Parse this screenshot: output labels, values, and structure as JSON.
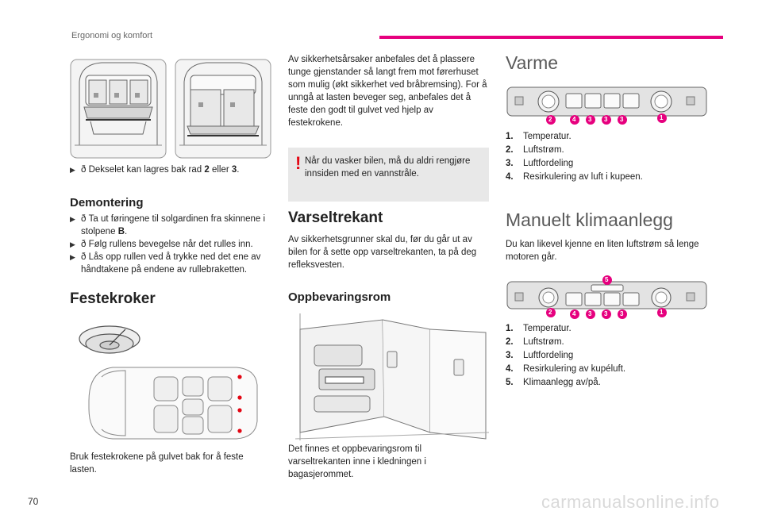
{
  "header": {
    "section_title": "Ergonomi og komfort",
    "accent_color": "#e6007e"
  },
  "page_number": "70",
  "watermark": "carmanualsonline.info",
  "col1": {
    "caption_prefix": "Dekselet kan lagres bak rad ",
    "caption_b1": "2",
    "caption_mid": " eller ",
    "caption_b2": "3",
    "caption_end": ".",
    "demontering_title": "Demontering",
    "demontering_items": [
      {
        "pre": "Ta ut føringene til solgardinen fra skinnene i stolpene ",
        "bold": "B",
        "post": "."
      },
      {
        "pre": "Følg rullens bevegelse når det rulles inn.",
        "bold": "",
        "post": ""
      },
      {
        "pre": "Lås opp rullen ved å trykke ned det ene av håndtakene på endene av rullebraketten.",
        "bold": "",
        "post": ""
      }
    ],
    "festekroker_title": "Festekroker",
    "festekroker_text": "Bruk festekrokene på gulvet bak for å feste lasten."
  },
  "col2": {
    "intro": "Av sikkerhetsårsaker anbefales det å plassere tunge gjenstander så langt frem mot førerhuset som mulig (økt sikkerhet ved bråbremsing). For å unngå at lasten beveger seg, anbefales det å feste den godt til gulvet ved hjelp av festekrokene.",
    "warning_text": "Når du vasker bilen, må du aldri rengjøre innsiden med en vannstråle.",
    "warning_mark": "!",
    "varseltrekant_title": "Varseltrekant",
    "varseltrekant_text": "Av sikkerhetsgrunner skal du, før du går ut av bilen for å sette opp varseltrekanten, ta på deg refleksvesten.",
    "oppbevaringsrom_title": "Oppbevaringsrom",
    "oppbevaringsrom_text": "Det finnes et oppbevaringsrom til varseltrekanten inne i kledningen i bagasjerommet."
  },
  "col3": {
    "varme_title": "Varme",
    "varme_items": [
      {
        "num": "1.",
        "text": "Temperatur."
      },
      {
        "num": "2.",
        "text": "Luftstrøm."
      },
      {
        "num": "3.",
        "text": "Luftfordeling"
      },
      {
        "num": "4.",
        "text": "Resirkulering av luft i kupeen."
      }
    ],
    "varme_panel_labels": [
      "2",
      "4",
      "3",
      "3",
      "3",
      "1"
    ],
    "manuelt_title": "Manuelt klimaanlegg",
    "manuelt_intro": "Du kan likevel kjenne en liten luftstrøm så lenge motoren går.",
    "manuelt_items": [
      {
        "num": "1.",
        "text": "Temperatur."
      },
      {
        "num": "2.",
        "text": "Luftstrøm."
      },
      {
        "num": "3.",
        "text": "Luftfordeling"
      },
      {
        "num": "4.",
        "text": "Resirkulering av kupéluft."
      },
      {
        "num": "5.",
        "text": "Klimaanlegg av/på."
      }
    ],
    "manuelt_panel_labels": [
      "5",
      "2",
      "4",
      "3",
      "3",
      "3",
      "1"
    ]
  }
}
